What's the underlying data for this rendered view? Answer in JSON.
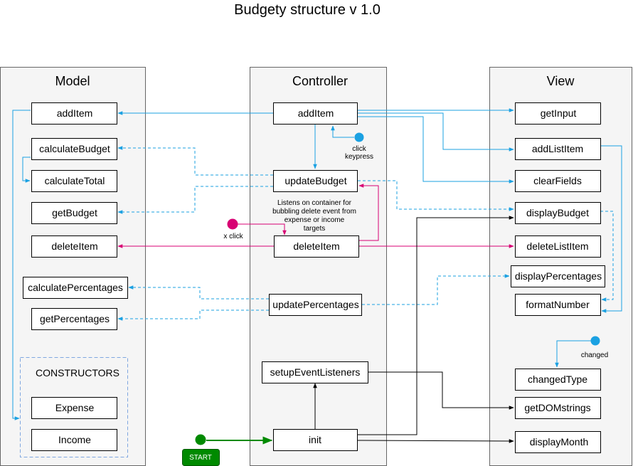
{
  "title": "Budgety structure v 1.0",
  "lanes": {
    "model": "Model",
    "controller": "Controller",
    "view": "View"
  },
  "model": {
    "addItem": "addItem",
    "calculateBudget": "calculateBudget",
    "calculateTotal": "calculateTotal",
    "getBudget": "getBudget",
    "deleteItem": "deleteItem",
    "calculatePercentages": "calculatePercentages",
    "getPercentages": "getPercentages",
    "constructors": "CONSTRUCTORS",
    "expense": "Expense",
    "income": "Income"
  },
  "controller": {
    "addItem": "addItem",
    "updateBudget": "updateBudget",
    "deleteItem": "deleteItem",
    "updatePercentages": "updatePercentages",
    "setupEventListeners": "setupEventListeners",
    "init": "init"
  },
  "view": {
    "getInput": "getInput",
    "addListItem": "addListItem",
    "clearFields": "clearFields",
    "displayBudget": "displayBudget",
    "deleteListItem": "deleteListItem",
    "displayPercentages": "displayPercentages",
    "formatNumber": "formatNumber",
    "changedType": "changedType",
    "getDOMstrings": "getDOMstrings",
    "displayMonth": "displayMonth"
  },
  "events": {
    "click_keypress_line1": "click",
    "click_keypress_line2": "keypress",
    "x_click": "x click",
    "changed": "changed",
    "start": "START"
  },
  "note": {
    "line1": "Listens on container for",
    "line2": "bubbling delete event from",
    "line3": "expense or income",
    "line4": "targets"
  },
  "colors": {
    "blue": "#1ba1e2",
    "pink": "#d80073",
    "green": "#008a00",
    "black": "#000000",
    "lane_fill": "#f5f5f5",
    "lane_stroke": "#666666"
  }
}
